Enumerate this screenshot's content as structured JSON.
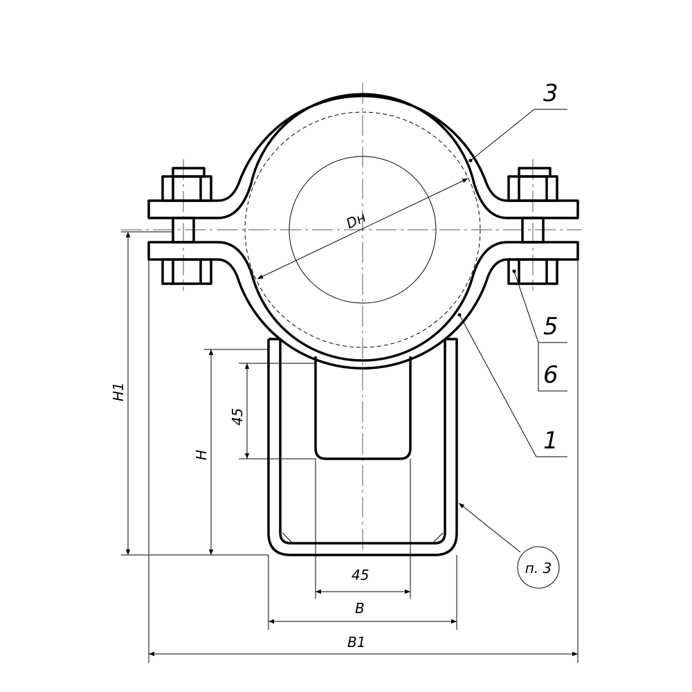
{
  "drawing": {
    "diameter_label": "Dн",
    "dimensions": {
      "H1": "H1",
      "H": "H",
      "vertical_45": "45",
      "horizontal_45": "45",
      "B": "B",
      "B1": "B1"
    },
    "callouts": [
      "3",
      "5",
      "6",
      "1"
    ],
    "note_reference": "п. 3"
  }
}
